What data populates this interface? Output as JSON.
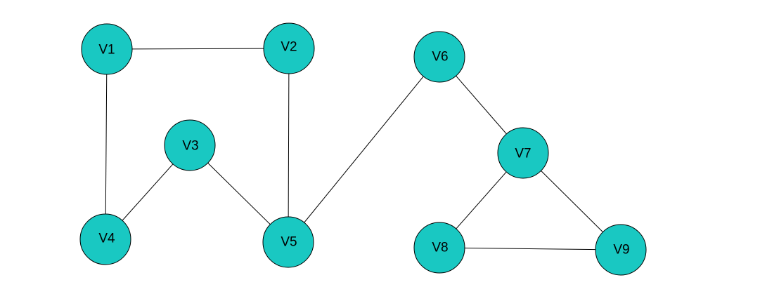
{
  "colors": {
    "node_fill": "#19c8c2",
    "node_stroke": "#000000",
    "edge": "#000000",
    "background": "#ffffff"
  },
  "nodes": [
    {
      "id": "v1",
      "label": "V1"
    },
    {
      "id": "v2",
      "label": "V2"
    },
    {
      "id": "v3",
      "label": "V3"
    },
    {
      "id": "v4",
      "label": "V4"
    },
    {
      "id": "v5",
      "label": "V5"
    },
    {
      "id": "v6",
      "label": "V6"
    },
    {
      "id": "v7",
      "label": "V7"
    },
    {
      "id": "v8",
      "label": "V8"
    },
    {
      "id": "v9",
      "label": "V9"
    }
  ],
  "edges": [
    [
      "v1",
      "v2"
    ],
    [
      "v1",
      "v4"
    ],
    [
      "v2",
      "v5"
    ],
    [
      "v3",
      "v4"
    ],
    [
      "v3",
      "v5"
    ],
    [
      "v5",
      "v6"
    ],
    [
      "v6",
      "v7"
    ],
    [
      "v7",
      "v8"
    ],
    [
      "v7",
      "v9"
    ],
    [
      "v8",
      "v9"
    ]
  ]
}
